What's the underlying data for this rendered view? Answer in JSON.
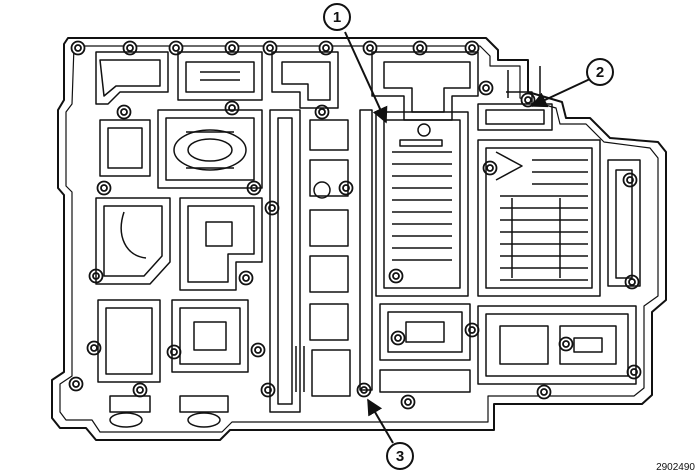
{
  "callouts": [
    {
      "label": "1"
    },
    {
      "label": "2"
    },
    {
      "label": "3"
    }
  ],
  "figure_id": "2902490",
  "colors": {
    "ink": "#111111",
    "paper": "#ffffff"
  }
}
